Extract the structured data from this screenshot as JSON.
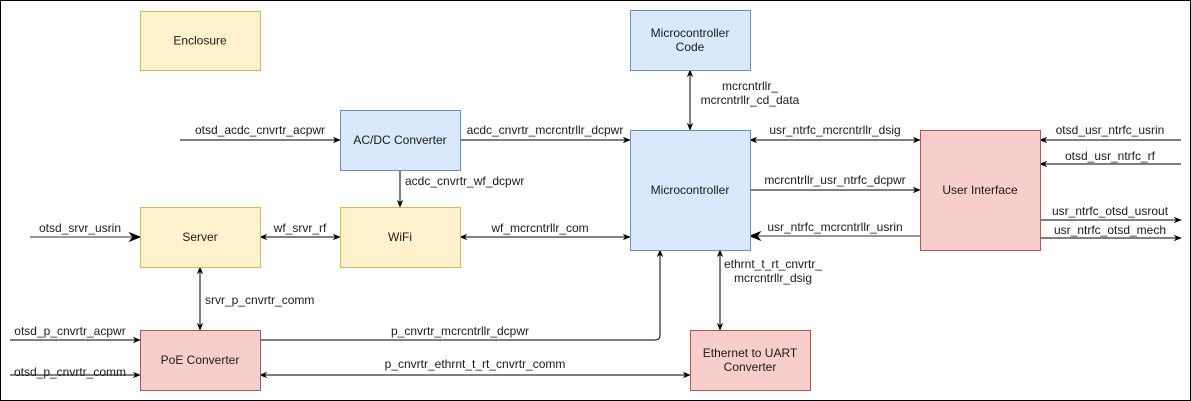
{
  "diagram": {
    "type": "block-diagram",
    "colors": {
      "yellow_fill": "#fff2cc",
      "yellow_stroke": "#d6b656",
      "blue_fill": "#dae8fc",
      "blue_stroke": "#6c8ebf",
      "red_fill": "#f8cecc",
      "red_stroke": "#b85450",
      "line": "#000000"
    },
    "blocks": {
      "enclosure": {
        "lines": [
          "Enclosure"
        ],
        "color": "yellow"
      },
      "microcontroller_code": {
        "lines": [
          "Microcontroller",
          "Code"
        ],
        "color": "blue"
      },
      "acdc_converter": {
        "lines": [
          "AC/DC Converter"
        ],
        "color": "blue"
      },
      "microcontroller": {
        "lines": [
          "Microcontroller"
        ],
        "color": "blue"
      },
      "user_interface": {
        "lines": [
          "User Interface"
        ],
        "color": "red"
      },
      "server": {
        "lines": [
          "Server"
        ],
        "color": "yellow"
      },
      "wifi": {
        "lines": [
          "WiFi"
        ],
        "color": "yellow"
      },
      "poe_converter": {
        "lines": [
          "PoE Converter"
        ],
        "color": "red"
      },
      "ethernet_uart": {
        "lines": [
          "Ethernet to UART",
          "Converter"
        ],
        "color": "red"
      }
    },
    "connections": {
      "otsd_acdc": {
        "label": [
          "otsd_acdc_cnvrtr_acpwr"
        ],
        "from": "outside",
        "to": "acdc_converter",
        "direction": "one-way"
      },
      "acdc_mcu": {
        "label": [
          "acdc_cnvrtr_mcrcntrllr_dcpwr"
        ],
        "from": "acdc_converter",
        "to": "microcontroller",
        "direction": "one-way"
      },
      "acdc_wifi": {
        "label": [
          "acdc_cnvrtr_wf_dcpwr"
        ],
        "from": "acdc_converter",
        "to": "wifi",
        "direction": "one-way"
      },
      "mcu_code": {
        "label": [
          "mcrcntrllr_",
          "mcrcntrllr_cd_data"
        ],
        "from": "microcontroller_code",
        "to": "microcontroller",
        "direction": "two-way"
      },
      "ui_mcu_dsig": {
        "label": [
          "usr_ntrfc_mcrcntrllr_dsig"
        ],
        "from": "user_interface",
        "to": "microcontroller",
        "direction": "two-way"
      },
      "mcu_ui_dcpwr": {
        "label": [
          "mcrcntrllr_usr_ntrfc_dcpwr"
        ],
        "from": "microcontroller",
        "to": "user_interface",
        "direction": "one-way"
      },
      "ui_mcu_usrin": {
        "label": [
          "usr_ntrfc_mcrcntrllr_usrin"
        ],
        "from": "user_interface",
        "to": "microcontroller",
        "direction": "one-way"
      },
      "otsd_ui_usrin": {
        "label": [
          "otsd_usr_ntrfc_usrin"
        ],
        "from": "outside",
        "to": "user_interface",
        "direction": "one-way"
      },
      "otsd_ui_rf": {
        "label": [
          "otsd_usr_ntrfc_rf"
        ],
        "from": "outside",
        "to": "user_interface",
        "direction": "one-way"
      },
      "ui_otsd_usrout": {
        "label": [
          "usr_ntrfc_otsd_usrout"
        ],
        "from": "user_interface",
        "to": "outside",
        "direction": "one-way"
      },
      "ui_otsd_mech": {
        "label": [
          "usr_ntrfc_otsd_mech"
        ],
        "from": "user_interface",
        "to": "outside",
        "direction": "one-way"
      },
      "otsd_server": {
        "label": [
          "otsd_srvr_usrin"
        ],
        "from": "outside",
        "to": "server",
        "direction": "one-way"
      },
      "wifi_server": {
        "label": [
          "wf_srvr_rf"
        ],
        "from": "wifi",
        "to": "server",
        "direction": "two-way"
      },
      "wifi_mcu": {
        "label": [
          "wf_mcrcntrllr_com"
        ],
        "from": "wifi",
        "to": "microcontroller",
        "direction": "two-way"
      },
      "server_poe": {
        "label": [
          "srvr_p_cnvrtr_comm"
        ],
        "from": "server",
        "to": "poe_converter",
        "direction": "two-way"
      },
      "eth_mcu": {
        "label": [
          "ethrnt_t_rt_cnvrtr_",
          "mcrcntrllr_dsig"
        ],
        "from": "ethernet_uart",
        "to": "microcontroller",
        "direction": "two-way"
      },
      "otsd_poe_acpwr": {
        "label": [
          "otsd_p_cnvrtr_acpwr"
        ],
        "from": "outside",
        "to": "poe_converter",
        "direction": "one-way"
      },
      "otsd_poe_comm": {
        "label": [
          "otsd_p_cnvrtr_comm"
        ],
        "from": "outside",
        "to": "poe_converter",
        "direction": "one-way"
      },
      "poe_mcu": {
        "label": [
          "p_cnvrtr_mcrcntrllr_dcpwr"
        ],
        "from": "poe_converter",
        "to": "microcontroller",
        "direction": "one-way"
      },
      "poe_eth": {
        "label": [
          "p_cnvrtr_ethrnt_t_rt_cnvrtr_comm"
        ],
        "from": "poe_converter",
        "to": "ethernet_uart",
        "direction": "two-way"
      }
    }
  }
}
